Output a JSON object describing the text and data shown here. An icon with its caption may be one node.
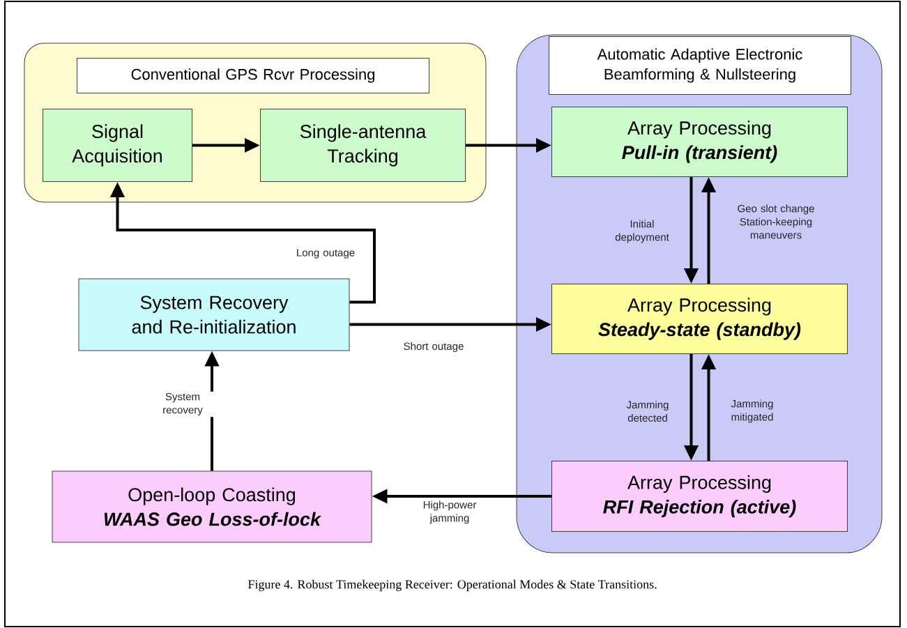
{
  "diagram": {
    "caption": "Figure 4.  Robust Timekeeping Receiver:  Operational Modes & State Transitions.",
    "nodes": [
      {
        "text": [],
        "shape": "box"
      },
      {
        "text": [
          "Conventional GPS Rcvr Processing"
        ],
        "in": 0
      },
      {
        "text": [
          "Signal Acquisition"
        ],
        "in": 0
      },
      {
        "text": [
          "Single-antenna Tracking"
        ],
        "in": 0
      },
      {
        "text": [],
        "shape": "box"
      },
      {
        "text": [
          "Automatic Adaptive Electronic Beamforming & Nullsteering"
        ],
        "in": 4
      },
      {
        "text": [
          "Array Processing",
          "Pull-in (transient)"
        ],
        "in": 4
      },
      {
        "text": [
          "System Recovery and Re-initialization"
        ]
      },
      {
        "text": [
          "Array Processing",
          "Steady-state (standby)"
        ],
        "in": 4
      },
      {
        "text": [
          "Open-loop Coasting",
          "WAAS Geo Loss-of-lock"
        ]
      },
      {
        "text": [
          "Array Processing",
          "RFI Rejection (active)"
        ],
        "in": 4
      }
    ],
    "edges": [
      {
        "from": 2,
        "to": 3,
        "arrow": "to"
      },
      {
        "from": 3,
        "to": 6,
        "arrow": "to"
      },
      {
        "from": 6,
        "to": 8,
        "arrow": "to",
        "label": "Initial deployment"
      },
      {
        "from": 8,
        "to": 6,
        "arrow": "to",
        "label": "Geo slot change Station-keeping maneuvers"
      },
      {
        "from": 7,
        "to": 2,
        "arrow": "to",
        "label": "Long outage"
      },
      {
        "from": 7,
        "to": 8,
        "arrow": "to",
        "label": "Short outage"
      },
      {
        "from": 8,
        "to": 10,
        "arrow": "to",
        "label": "Jamming detected"
      },
      {
        "from": 10,
        "to": 8,
        "arrow": "to",
        "label": "Jamming mitigated"
      },
      {
        "from": 9,
        "to": 7,
        "arrow": "to",
        "label": "System recovery"
      },
      {
        "from": 10,
        "to": 9,
        "arrow": "to",
        "label": "High-power jamming"
      }
    ]
  }
}
